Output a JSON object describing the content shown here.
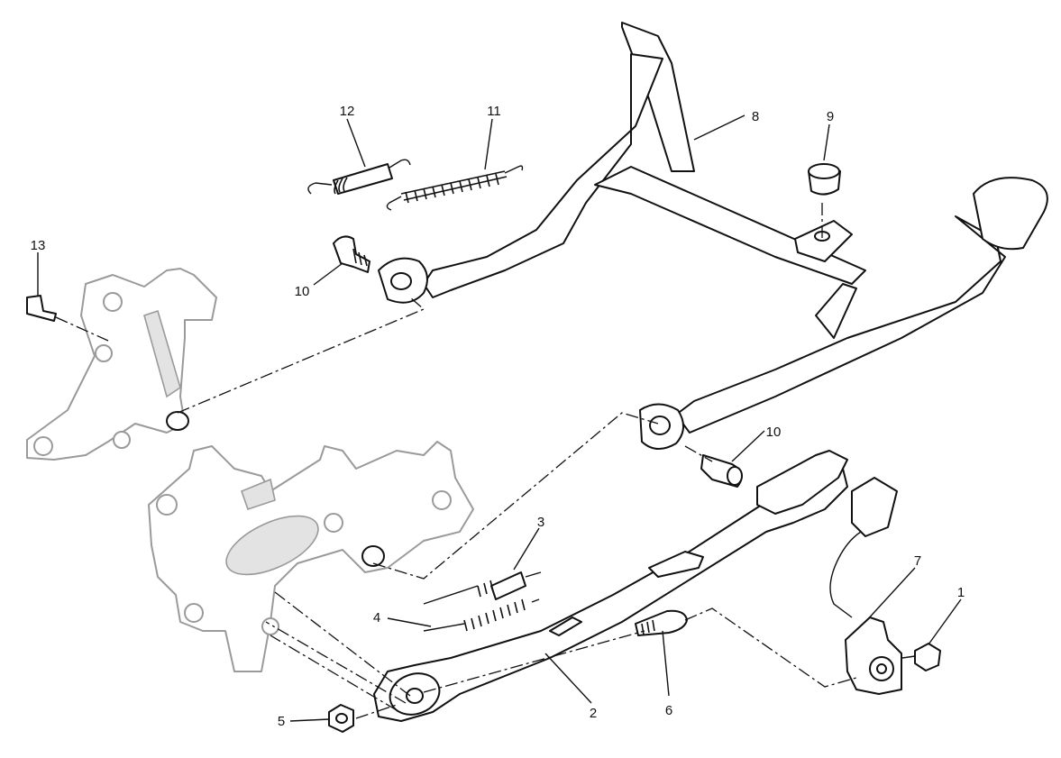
{
  "callouts": [
    {
      "label": "1"
    },
    {
      "label": "2"
    },
    {
      "label": "3"
    },
    {
      "label": "4"
    },
    {
      "label": "5"
    },
    {
      "label": "6"
    },
    {
      "label": "7"
    },
    {
      "label": "8"
    },
    {
      "label": "9"
    },
    {
      "label": "10"
    },
    {
      "label": "10"
    },
    {
      "label": "11"
    },
    {
      "label": "12"
    },
    {
      "label": "13"
    }
  ],
  "colors": {
    "line": "#111111",
    "ghost": "#9a9a9a",
    "shade": "#d9d9d9",
    "background": "#ffffff"
  }
}
